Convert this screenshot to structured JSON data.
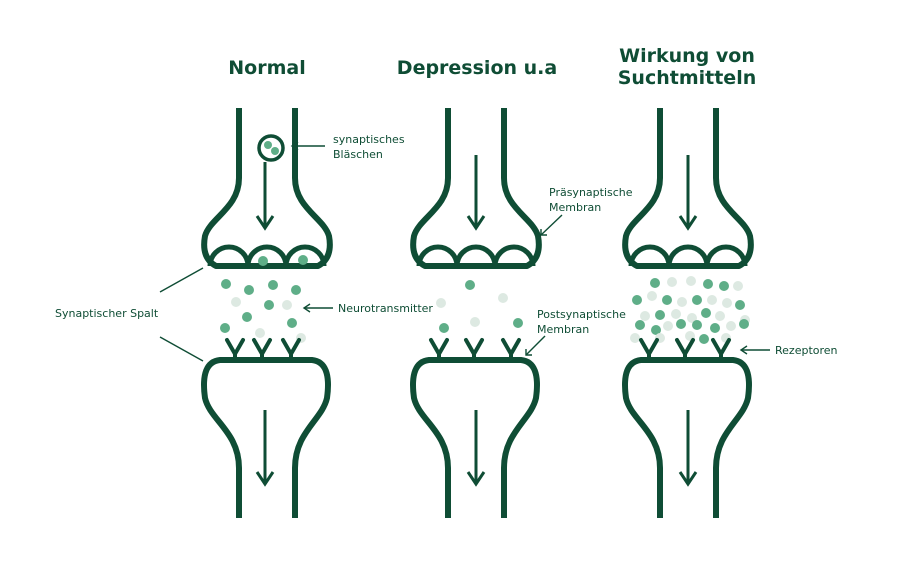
{
  "colors": {
    "main": "#0f4d35",
    "nt_dark": "#5fae88",
    "nt_light": "#dde9e2",
    "background": "#ffffff"
  },
  "titles": {
    "normal": "Normal",
    "depression": "Depression u.a",
    "addiction_line1": "Wirkung von",
    "addiction_line2": "Suchtmitteln"
  },
  "labels": {
    "vesicle_line1": "synaptisches",
    "vesicle_line2": "Bläschen",
    "presynaptic_line1": "Präsynaptische",
    "presynaptic_line2": "Membran",
    "postsynaptic_line1": "Postsynaptische",
    "postsynaptic_line2": "Membran",
    "cleft": "Synaptischer Spalt",
    "neurotransmitter": "Neurotransmitter",
    "receptors": "Rezeptoren"
  },
  "icons": {
    "vesicle": "vesicle-icon",
    "receptor": "receptor-icon",
    "signal_arrow": "arrow-down-icon"
  }
}
